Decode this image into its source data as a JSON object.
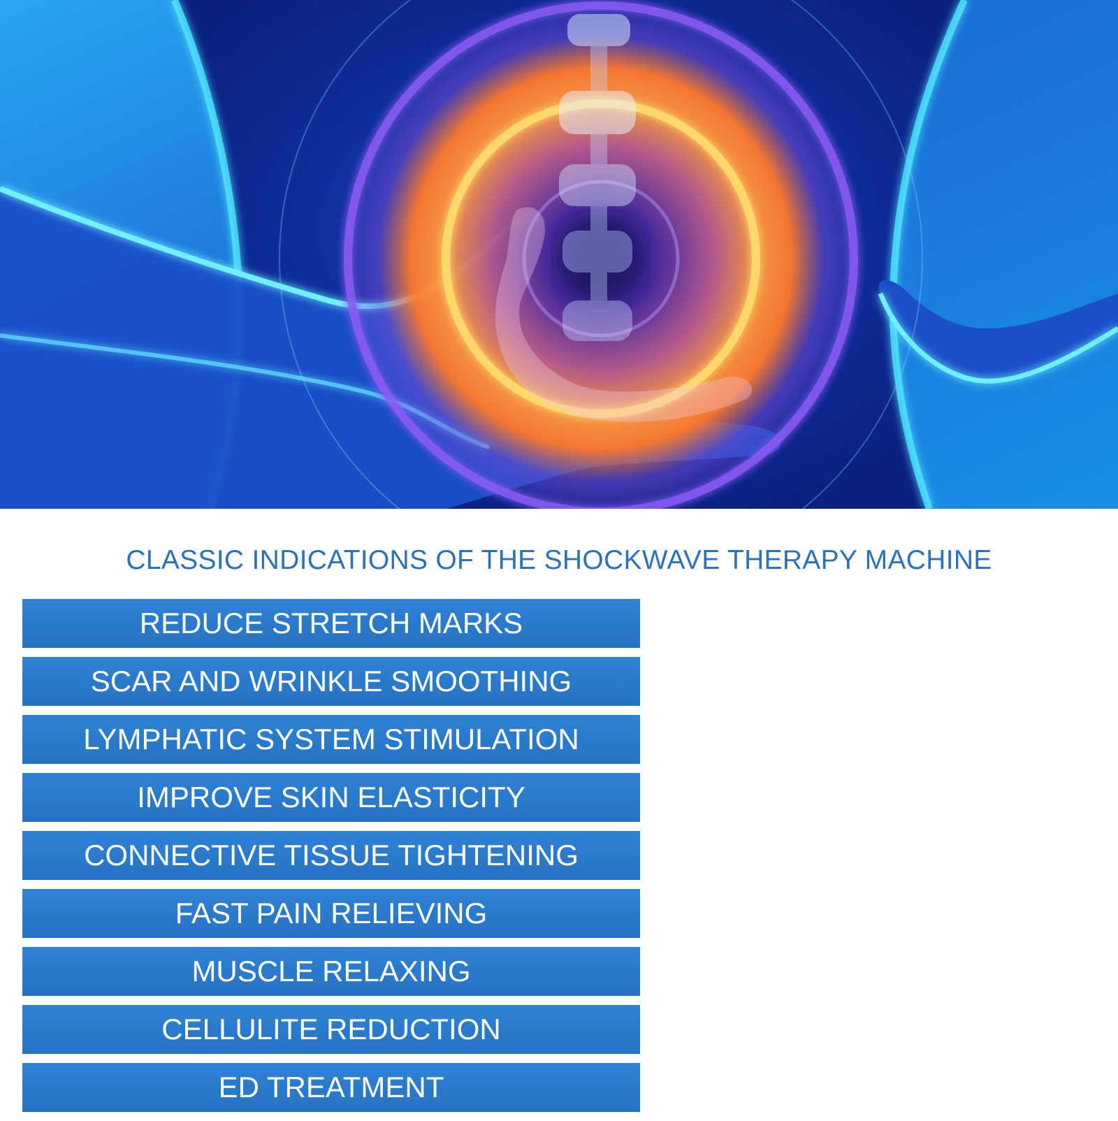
{
  "hero_image": {
    "icon": "shockwave-therapy-abdomen-illustration",
    "colors": {
      "background_light": "#2aa6f0",
      "background_dark": "#0a2f9a",
      "glow_cyan": "#4fe3ff",
      "ring_purple": "#8b5cf6",
      "ring_yellow": "#ffd76a",
      "core_orange": "#ff9a3c"
    }
  },
  "indications_section": {
    "title": "CLASSIC INDICATIONS OF THE SHOCKWAVE THERAPY MACHINE",
    "items": [
      "REDUCE STRETCH MARKS",
      "SCAR AND WRINKLE SMOOTHING",
      "LYMPHATIC SYSTEM STIMULATION",
      "IMPROVE SKIN ELASTICITY",
      "CONNECTIVE TISSUE TIGHTENING",
      "FAST PAIN RELIEVING",
      "MUSCLE RELAXING",
      "CELLULITE REDUCTION",
      "ED TREATMENT"
    ]
  },
  "colors": {
    "title_text": "#2a73ba",
    "item_background": "#2a7acc",
    "item_text": "#ffffff"
  }
}
